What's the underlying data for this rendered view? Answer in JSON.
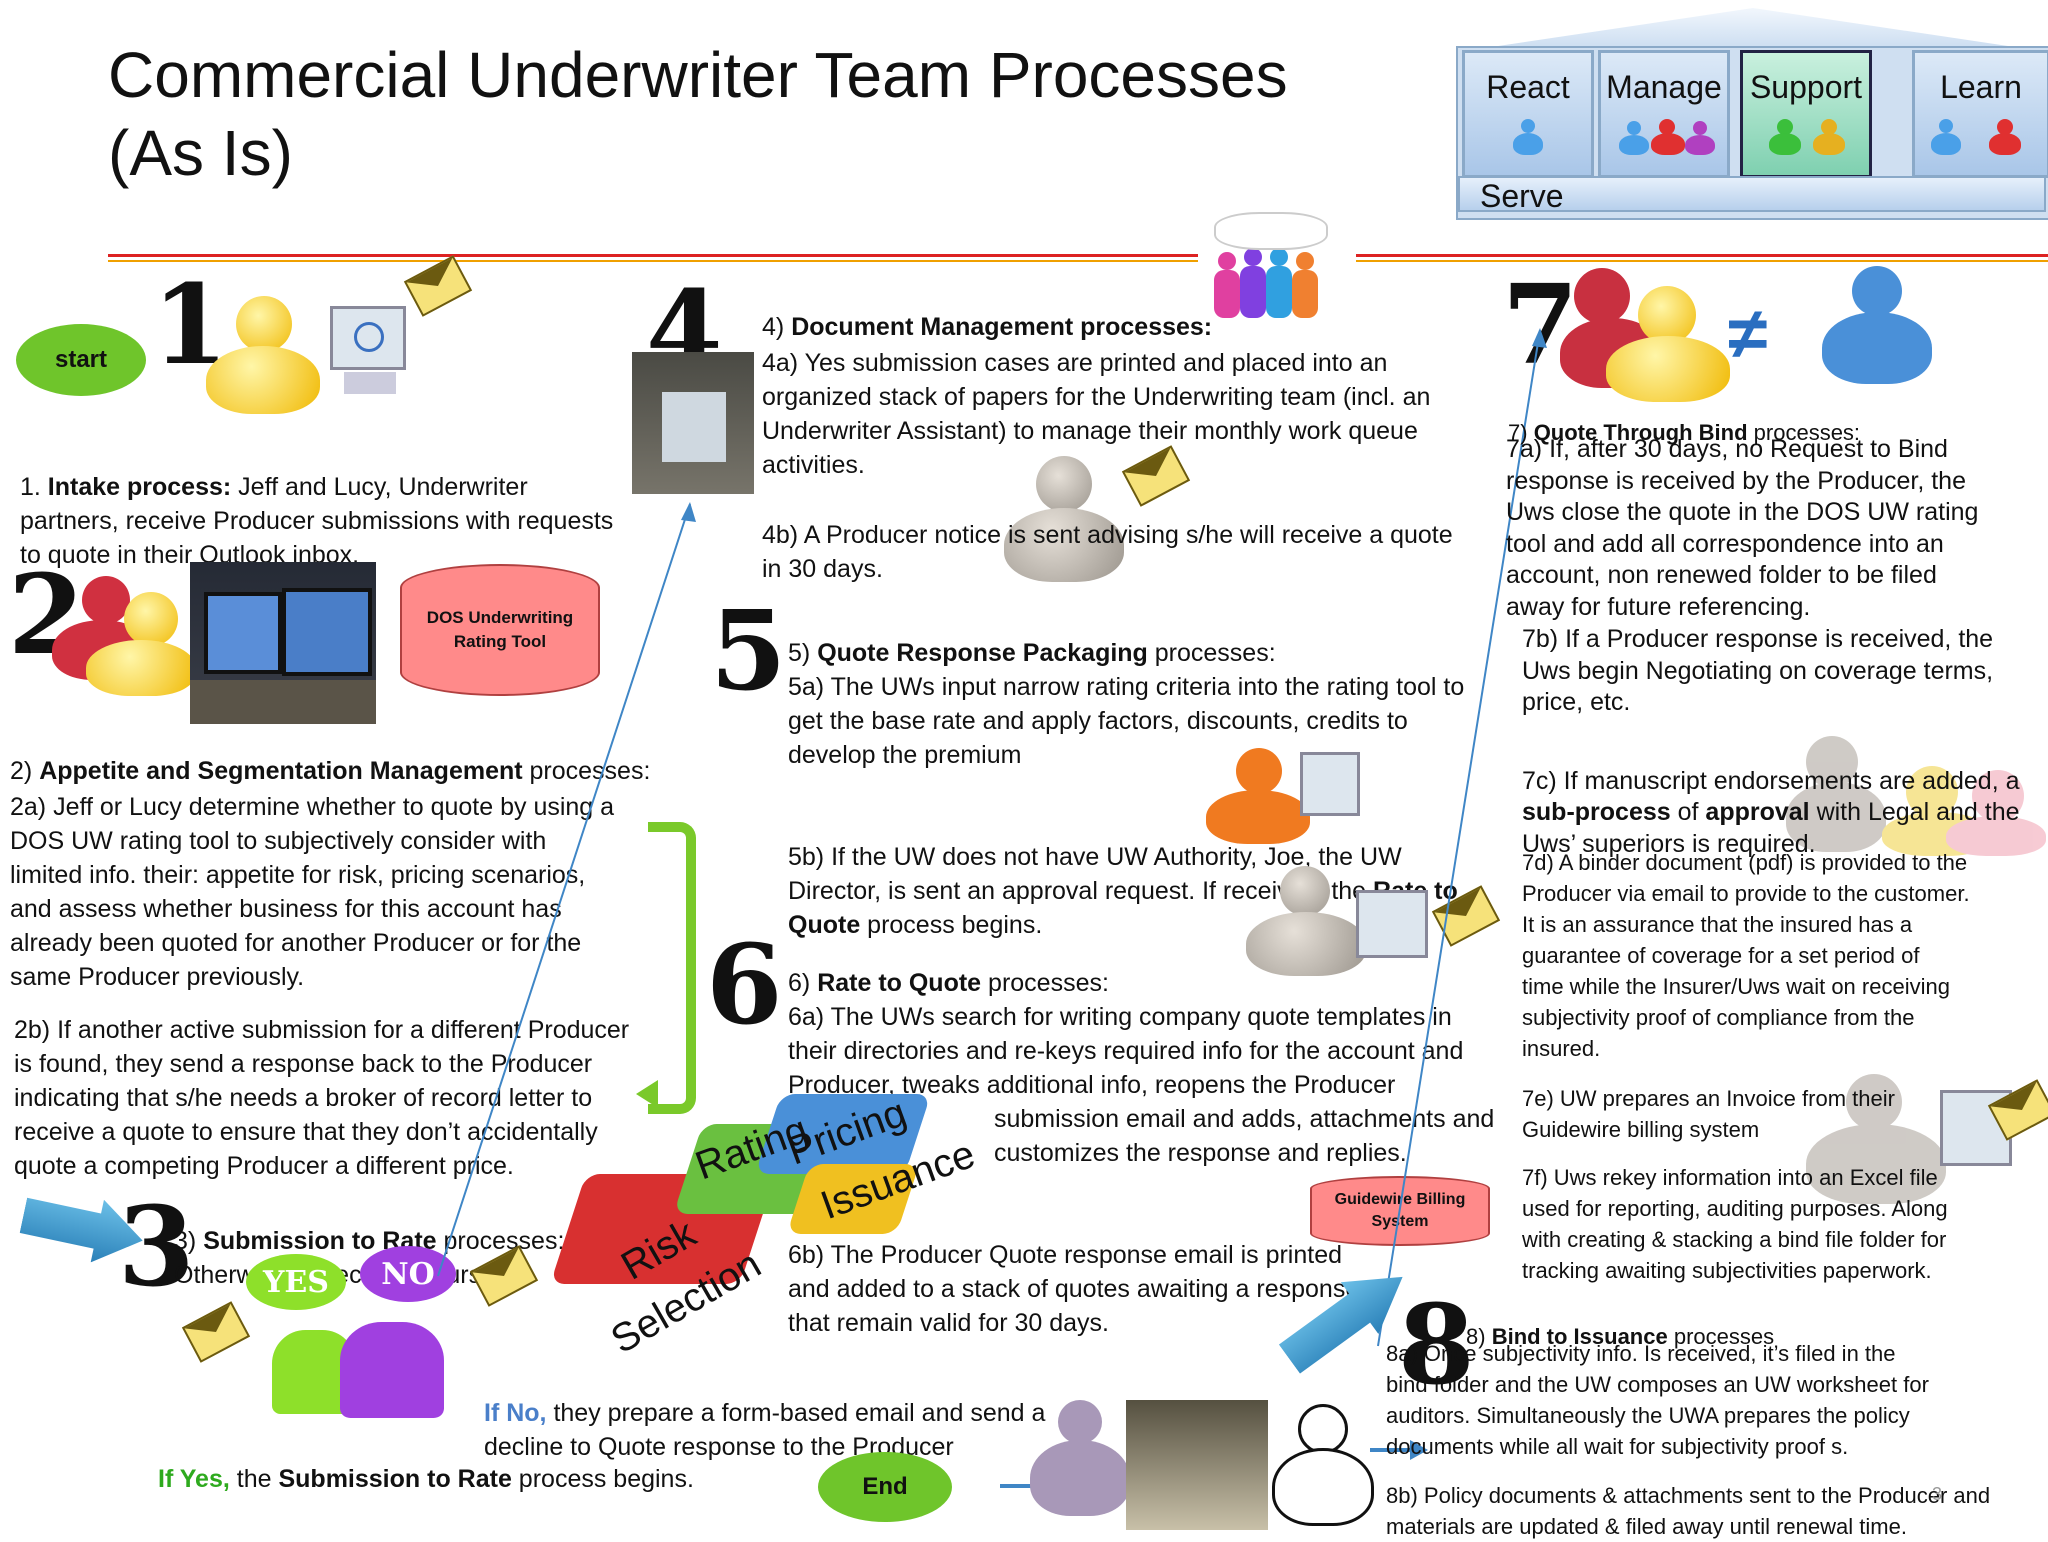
{
  "title": "Commercial Underwriter Team Processes\n(As Is)",
  "header_tabs": [
    {
      "label": "React"
    },
    {
      "label": "Manage"
    },
    {
      "label": "Support"
    },
    {
      "label": "Learn"
    }
  ],
  "header_bar": "Serve",
  "start_label": "start",
  "end_label": "End",
  "step_numbers": {
    "s1": "1",
    "s2": "2",
    "s3": "3",
    "s4": "4",
    "s5": "5",
    "s6": "6",
    "s7": "7",
    "s8": "8"
  },
  "dos_tool": "DOS Underwriting\nRating Tool",
  "guidewire": "Guidewire Billing\nSystem",
  "not_equal": "≠",
  "yes_label": "YES",
  "no_label": "NO",
  "puzzle": {
    "rating": "Rating",
    "pricing": "Pricing",
    "issuance": "Issuance",
    "risk": "Risk",
    "selection": "Selection"
  },
  "step1": {
    "prefix": "1.  ",
    "bold": "Intake process:",
    "rest": "   Jeff and Lucy, Underwriter\npartners, receive Producer submissions with requests\nto quote in their Outlook inbox."
  },
  "step2": {
    "prefix": "2) ",
    "bold": "Appetite and Segmentation Management",
    "rest": " processes:"
  },
  "step2a": "2a) Jeff or Lucy determine whether to quote by using a\nDOS UW rating tool to subjectively consider with\nlimited info. their: appetite for risk, pricing scenarios,\nand assess whether business for this account has\nalready been quoted for another Producer or for the\nsame Producer previously.",
  "step2b": "2b) If another active submission for a different Producer\nis found, they send a response back to the Producer\nindicating that s/he needs a broker of record letter to\nreceive a quote to ensure that they don’t accidentally\nquote a competing Producer a different price.",
  "step3": {
    "prefix": "3) ",
    "bold": "Submission to Rate",
    "rest": " processes:\n   Otherwise,  2 decision courses::"
  },
  "if_no": {
    "label": "If No,",
    "rest": " they  prepare a form-based email and send a\n         decline  to Quote response to the Producer"
  },
  "if_yes": {
    "label": "If Yes,",
    "mid": " the ",
    "bold": "Submission to Rate",
    "rest": " process begins."
  },
  "step4": {
    "prefix": "4) ",
    "bold": "Document Management processes:"
  },
  "step4a": "4a) Yes submission cases are printed and placed into an\norganized stack of papers for the Underwriting team (incl. an\nUnderwriter Assistant) to manage their monthly work queue\nactivities.",
  "step4b": "4b) A Producer notice is sent advising s/he will receive a quote\nin 30 days.",
  "step5": {
    "prefix": "5) ",
    "bold": "Quote Response Packaging",
    "rest": " processes:"
  },
  "step5a": "5a) The UWs input narrow rating criteria into the rating tool to\nget the base rate and apply factors, discounts, credits to\ndevelop the premium",
  "step5b": {
    "text": "5b) If the UW does not have  UW Authority, Joe, the UW\nDirector, is sent an approval request.  If received, the ",
    "bold1": "Rate to\nQuote",
    "rest": " process begins."
  },
  "step6": {
    "prefix": "6) ",
    "bold": "Rate to Quote",
    "rest": " processes:"
  },
  "step6a_1": "6a) The UWs search for writing company quote templates in\ntheir directories and re-keys required info for the account and\nProducer, tweaks additional info, reopens the Producer",
  "step6a_2": "submission email and adds, attachments and\ncustomizes the response and replies.",
  "step6b": "6b) The Producer Quote response email is printed\nand added to a stack of quotes awaiting a response\n that remain valid for 30 days.",
  "step7": {
    "prefix": "7) ",
    "bold": "Quote Through Bind",
    "rest": " processes:"
  },
  "step7a": "7a) If, after 30 days, no Request to Bind\nresponse is received by the Producer, the\nUws close the quote in the  DOS UW rating\ntool and add all correspondence into an\naccount, non renewed folder to be filed\naway  for future referencing.",
  "step7b": "7b) If a Producer response is received, the\nUws begin Negotiating on coverage terms,\nprice, etc.",
  "step7c": {
    "text": "7c) If manuscript endorsements are added, a\n",
    "bold1": "sub-process",
    "mid": " of ",
    "bold2": "approval",
    "rest": " with Legal and the\nUws’ superiors is required."
  },
  "step7d": "7d) A binder document (pdf) is  provided to the\nProducer via email to provide to the customer.\nIt is an assurance that the insured has a\nguarantee of coverage for a set period of\ntime while  the Insurer/Uws wait on receiving\nsubjectivity proof of compliance from the\ninsured.",
  "step7e": "7e) UW prepares an Invoice from their\nGuidewire billing system",
  "step7f": " 7f) Uws rekey information into an Excel file\nused for reporting, auditing purposes. Along\nwith creating & stacking a  bind file folder for\ntracking awaiting  subjectivities paperwork.",
  "step8": {
    "prefix": "8) ",
    "bold": "Bind to Issuance",
    "rest": " processes"
  },
  "step8a": "8a) Once subjectivity info. Is received, it’s filed in the\nbind folder and the UW composes an UW worksheet for\nauditors. Simultaneously the UWA prepares the policy\ndocuments while all wait for subjectivity proof s.",
  "step8b": "8b) Policy documents  & attachments sent to the Producer and\nmaterials  are updated & filed away until renewal time.",
  "page_number": "3",
  "colors": {
    "start_green": "#6fc52b",
    "cylinder_red": "#ff8a8a",
    "arrow_blue": "#3f86c6",
    "bracket_green": "#7ac92a",
    "accent_line": "#d22",
    "accent_line2": "#f0a000"
  }
}
